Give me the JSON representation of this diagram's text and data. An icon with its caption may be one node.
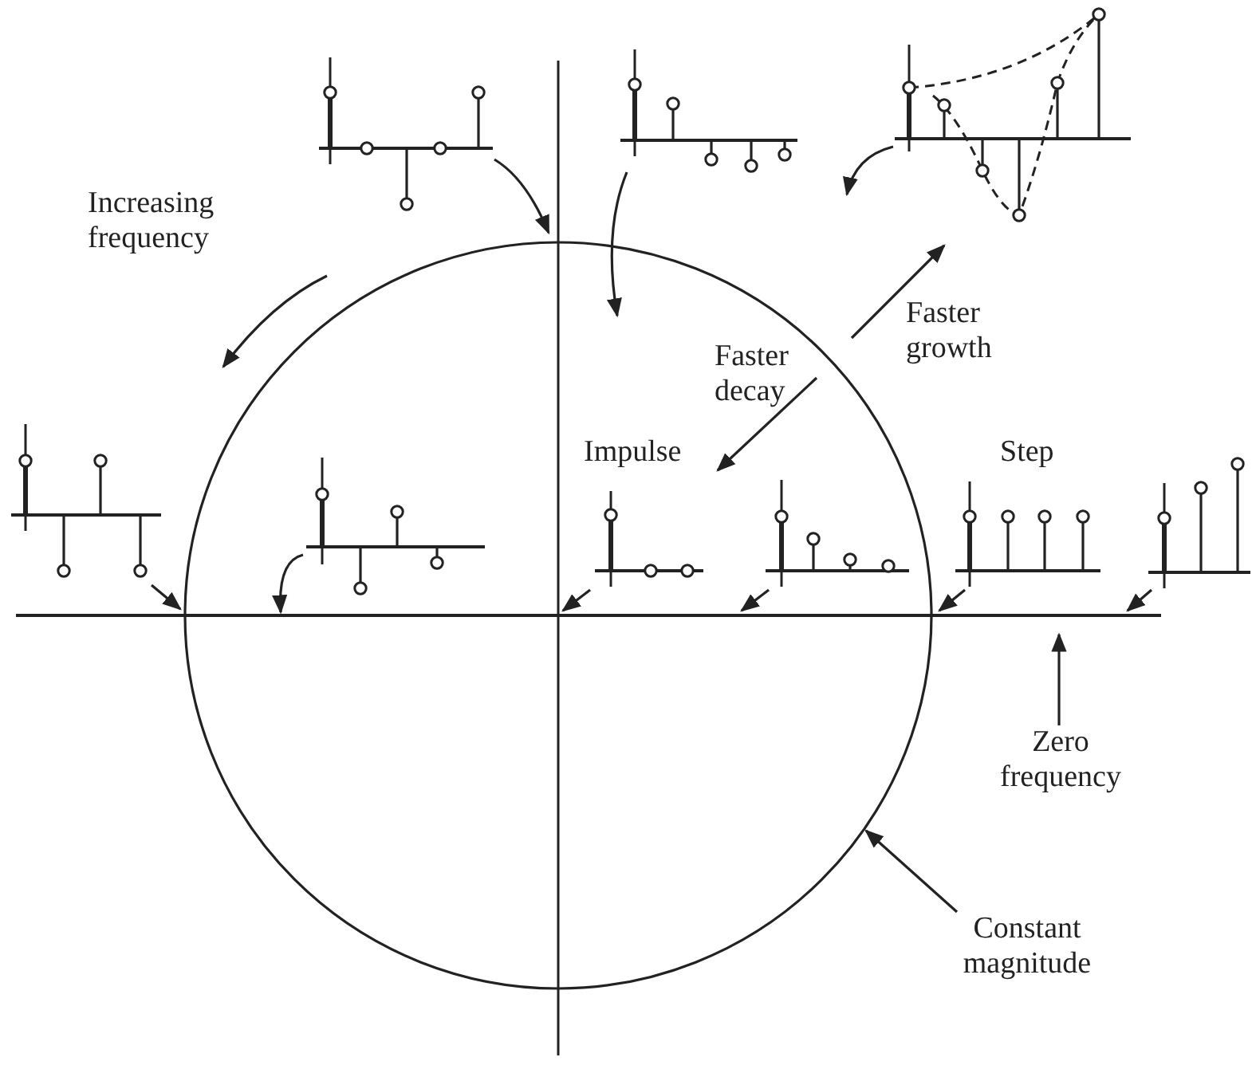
{
  "diagram": {
    "nodes": [
      {
        "text": [],
        "shape": "picture"
      },
      {
        "text": [],
        "shape": "picture"
      },
      {
        "text": [],
        "shape": "picture"
      },
      {
        "text": [],
        "shape": "picture"
      },
      {
        "text": [],
        "shape": "picture"
      },
      {
        "text": [],
        "shape": "picture",
        "beside": [
          "Impulse"
        ]
      },
      {
        "text": [],
        "shape": "picture"
      },
      {
        "text": [],
        "shape": "picture",
        "beside": [
          "Step"
        ]
      },
      {
        "text": [],
        "shape": "picture"
      },
      {
        "text": [
          "Zero frequency"
        ]
      },
      {
        "text": [
          "Constant magnitude"
        ]
      }
    ],
    "edges": [
      {
        "from": 0,
        "to": null,
        "arrow": "to"
      },
      {
        "from": 1,
        "to": null,
        "arrow": "to"
      },
      {
        "from": 2,
        "to": null,
        "arrow": "to"
      },
      {
        "from": 3,
        "to": null,
        "arrow": "to"
      },
      {
        "from": 4,
        "to": null,
        "arrow": "to"
      },
      {
        "from": 5,
        "to": null,
        "arrow": "to"
      },
      {
        "from": 6,
        "to": null,
        "arrow": "to"
      },
      {
        "from": 7,
        "to": null,
        "arrow": "to"
      },
      {
        "from": 8,
        "to": null,
        "arrow": "to"
      },
      {
        "from": 9,
        "to": null,
        "arrow": "to"
      },
      {
        "from": 10,
        "to": null,
        "arrow": "to"
      }
    ],
    "labels": [
      "Increasing frequency",
      "Faster decay",
      "Faster growth"
    ]
  }
}
